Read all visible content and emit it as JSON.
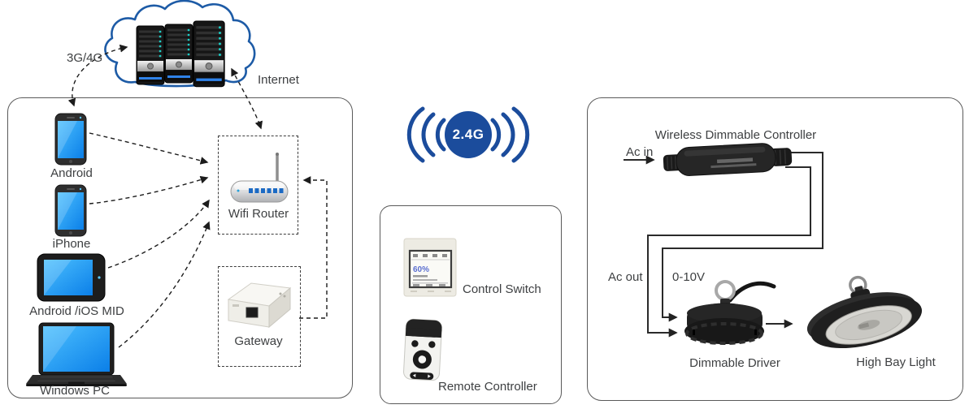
{
  "labels": {
    "network_3g4g": "3G/4G",
    "internet": "Internet",
    "android": "Android",
    "iphone": "iPhone",
    "android_ios_mid": "Android /iOS MID",
    "windows_pc": "Windows PC",
    "wifi_router": "Wifi Router",
    "gateway": "Gateway",
    "signal_2_4g": "2.4G",
    "control_switch": "Control Switch",
    "remote_controller": "Remote Controller",
    "wireless_dimmable_controller": "Wireless Dimmable Controller",
    "ac_in": "Ac in",
    "ac_out": "Ac out",
    "dim_0_10v": "0-10V",
    "dimmable_driver": "Dimmable Driver",
    "high_bay_light": "High Bay Light",
    "switch_screen_percent": "60%"
  },
  "colors": {
    "accent_blue": "#1b4c9c",
    "cloud_outline_blue": "#1d5ba6",
    "device_screen_blue": "#1e9bf0",
    "label_text": "#3e4042",
    "connector_line": "#1c1c1c"
  }
}
